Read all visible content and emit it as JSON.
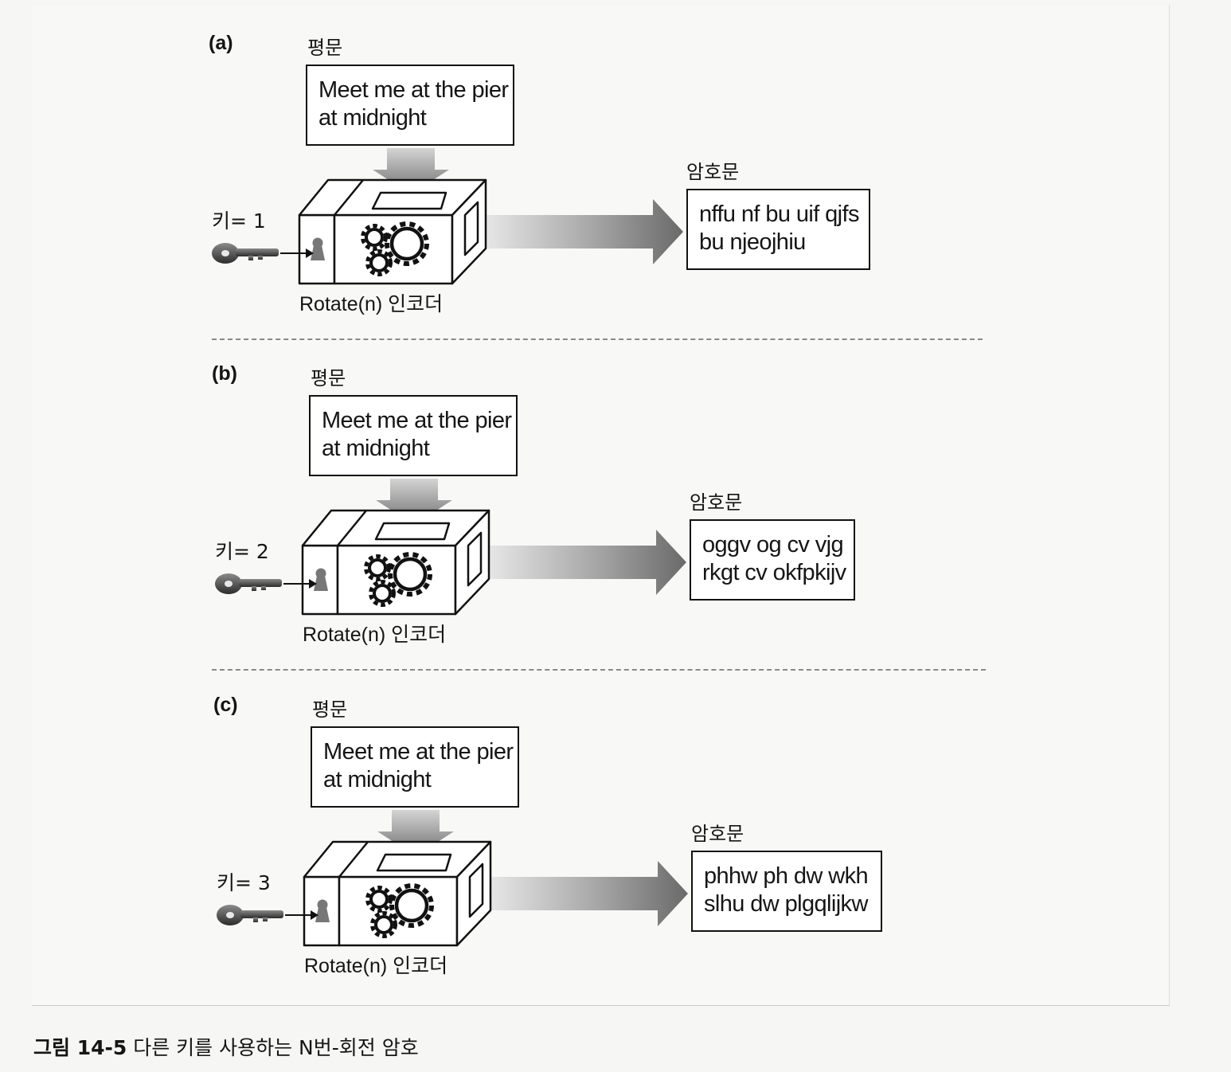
{
  "panels": [
    {
      "label": "(a)",
      "plaintext_header": "평문",
      "plaintext_lines": [
        "Meet me at the pier",
        "at midnight"
      ],
      "ciphertext_header": "암호문",
      "ciphertext_lines": [
        "nffu nf bu uif qjfs",
        "bu njeojhiu"
      ],
      "key_label": "키= 1",
      "encoder_label": "Rotate(n) 인코더"
    },
    {
      "label": "(b)",
      "plaintext_header": "평문",
      "plaintext_lines": [
        "Meet me at the pier",
        "at midnight"
      ],
      "ciphertext_header": "암호문",
      "ciphertext_lines": [
        "oggv og cv vjg",
        "rkgt cv okfpkijv"
      ],
      "key_label": "키= 2",
      "encoder_label": "Rotate(n) 인코더"
    },
    {
      "label": "(c)",
      "plaintext_header": "평문",
      "plaintext_lines": [
        "Meet me at the pier",
        "at midnight"
      ],
      "ciphertext_header": "암호문",
      "ciphertext_lines": [
        "phhw ph dw wkh",
        "slhu dw plgqlijkw"
      ],
      "key_label": "키= 3",
      "encoder_label": "Rotate(n) 인코더"
    }
  ],
  "caption": {
    "number": "그림 14-5",
    "text": "다른 키를 사용하는 N번-회전 암호"
  }
}
